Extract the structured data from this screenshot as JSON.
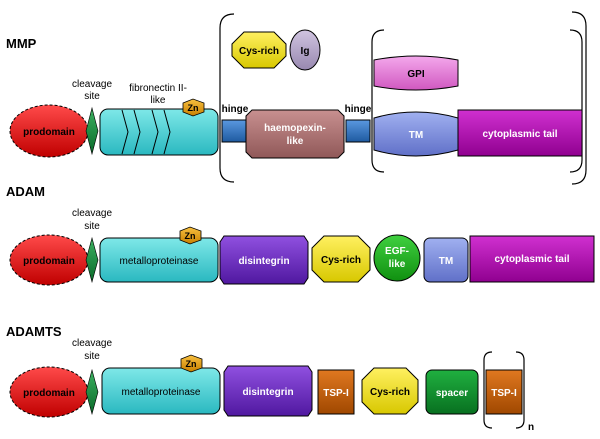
{
  "sections": {
    "mmp": "MMP",
    "adam": "ADAM",
    "adamts": "ADAMTS"
  },
  "labels": {
    "prodomain": "prodomain",
    "cleavage_line1": "cleavage",
    "cleavage_line2": "site",
    "fibronectin_line1": "fibronectin II-",
    "fibronectin_line2": "like",
    "zn": "Zn",
    "hinge": "hinge",
    "cys_rich": "Cys-rich",
    "ig": "Ig",
    "haemopexin_line1": "haemopexin-",
    "haemopexin_line2": "like",
    "gpi": "GPI",
    "tm": "TM",
    "cytoplasmic_tail": "cytoplasmic tail",
    "metalloproteinase": "metalloproteinase",
    "disintegrin": "disintegrin",
    "egf_line1": "EGF-",
    "egf_line2": "like",
    "tsp1": "TSP-I",
    "spacer": "spacer",
    "repeat_n": "n"
  },
  "colors": {
    "prodomain": "#e01010",
    "cleavage": "#1e8a46",
    "catalytic": "#4fd4d4",
    "zn": "#e0a020",
    "hinge": "#3a78c0",
    "cys_rich": "#f0e020",
    "ig": "#b8a8cc",
    "haemopexin": "#b07070",
    "gpi": "#e878d8",
    "tm": "#8090e0",
    "cytoplasmic": "#b010b0",
    "disintegrin": "#7030c0",
    "egf": "#20b020",
    "tsp1": "#c06010",
    "spacer": "#109030"
  }
}
